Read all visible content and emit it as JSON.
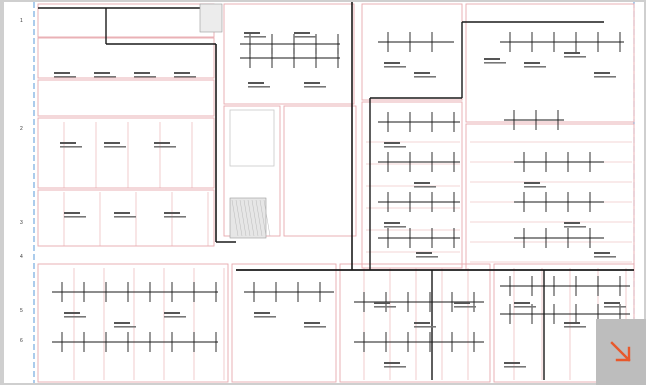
{
  "viewer": {
    "title": "",
    "expand_icon": "arrow-down-right-icon",
    "accent_color": "#e8582b"
  },
  "drawing": {
    "grid_labels": [
      "1",
      "2",
      "3",
      "4",
      "5",
      "6"
    ],
    "colors": {
      "ink": "#1a1a1a",
      "walls": "#e8a9ae",
      "gridline": "#2f7fd0",
      "paper": "#ffffff"
    }
  }
}
